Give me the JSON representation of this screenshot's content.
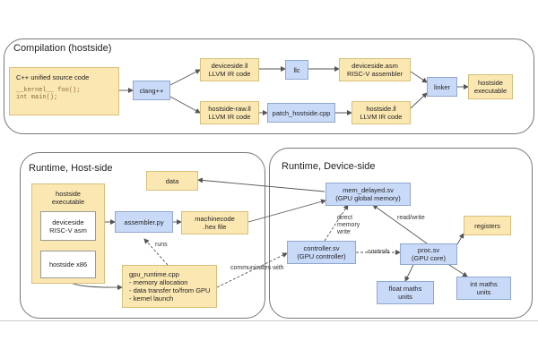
{
  "regions": {
    "compilation": "Compilation (hostside)",
    "runtime_host": "Runtime, Host-side",
    "runtime_device": "Runtime, Device-side"
  },
  "compilation": {
    "source": {
      "title": "C++ unified source code",
      "code1": "__kernel__ foo();",
      "code2": "int main();"
    },
    "clang": "clang++",
    "deviceside_ll": {
      "l1": "deviceside.ll",
      "l2": "LLVM IR code"
    },
    "llc": "llc",
    "deviceside_asm": {
      "l1": "deviceside.asm",
      "l2": "RISC-V assembler"
    },
    "hostside_raw_ll": {
      "l1": "hostside-raw.ll",
      "l2": "LLVM IR code"
    },
    "patch": "patch_hostside.cpp",
    "hostside_ll": {
      "l1": "hostside.ll",
      "l2": "LLVM IR code"
    },
    "linker": "linker",
    "hostside_exe": {
      "l1": "hostside",
      "l2": "executable"
    }
  },
  "host": {
    "exe_title": {
      "l1": "hostside",
      "l2": "executable"
    },
    "deviceside_asm": {
      "l1": "deviceside",
      "l2": "RISC-V asm"
    },
    "hostside_x86": "hostside x86",
    "data": "data",
    "assembler": "assembler.py",
    "machinecode": {
      "l1": "machinecode",
      "l2": ".hex file"
    },
    "gpu_runtime": {
      "title": "gpu_runtime.cpp",
      "i1": "- memory allocation",
      "i2": "- data transfer to/from GPU",
      "i3": "- kernel launch"
    },
    "runs_label": "runs",
    "communicates_label": "communicates with"
  },
  "device": {
    "mem": {
      "l1": "mem_delayed.sv",
      "l2": "(GPU global memory)"
    },
    "controller": {
      "l1": "controller.sv",
      "l2": "(GPU controller)"
    },
    "proc": {
      "l1": "proc.sv",
      "l2": "(GPU core)"
    },
    "registers": "registers",
    "float_units": {
      "l1": "float maths",
      "l2": "units"
    },
    "int_units": {
      "l1": "int maths",
      "l2": "units"
    },
    "direct_write": {
      "l1": "direct",
      "l2": "memory",
      "l3": "write"
    },
    "read_write": "read/write",
    "controls": "controls"
  },
  "colors": {
    "yellow": "#fbe7b2",
    "blue": "#c9daf8",
    "edge": "#555555"
  }
}
